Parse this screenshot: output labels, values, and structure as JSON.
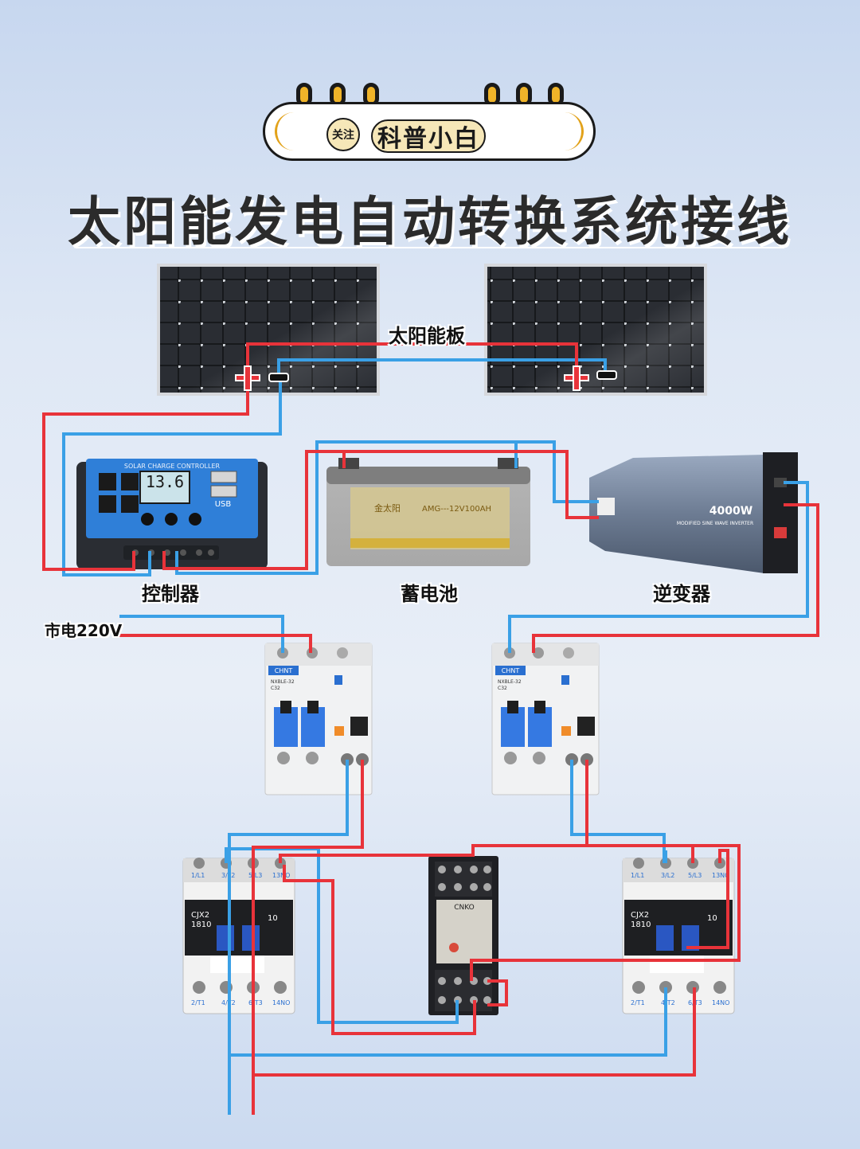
{
  "header": {
    "follow_badge": "关注",
    "brand": "科普小白",
    "title": "太阳能发电自动转换系统接线"
  },
  "labels": {
    "solar_panel": "太阳能板",
    "controller": "控制器",
    "battery": "蓄电池",
    "inverter": "逆变器",
    "mains": "市电220V"
  },
  "device_text": {
    "controller_title": "SOLAR CHARGE CONTROLLER",
    "controller_reading": "13.6",
    "controller_usb": "USB",
    "battery_brand": "金太阳",
    "battery_model": "AMG---12V100AH",
    "inverter_rating": "4000W",
    "inverter_desc": "MODIFIED SINE WAVE INVERTER",
    "breaker_brand": "CHNT",
    "breaker_model": "NXBLE-32",
    "breaker_rating": "C32",
    "contactor_model": "CJX2",
    "contactor_code": "1810",
    "contactor_num": "10",
    "relay_brand": "CNKO",
    "terminal_l1": "1/L1",
    "terminal_l2": "3/L2",
    "terminal_l3": "5/L3",
    "terminal_13no": "13NO",
    "terminal_t1": "2/T1",
    "terminal_t2": "4/T2",
    "terminal_t3": "6/T3",
    "terminal_14no": "14NO"
  },
  "colors": {
    "positive_wire": "#e8333a",
    "negative_wire": "#3aa0e6",
    "title_text": "#2b2b2b",
    "accent": "#f0b429"
  }
}
